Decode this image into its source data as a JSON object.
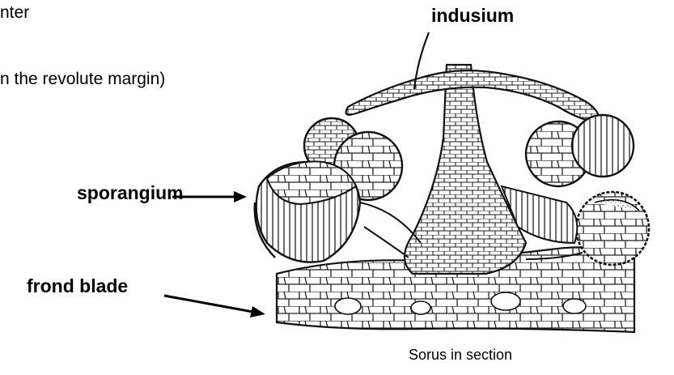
{
  "text_fragments": {
    "line1": "nter",
    "line2": "n the revolute margin)"
  },
  "labels": {
    "indusium": "indusium",
    "sporangium": "sporangium",
    "frond_blade": "frond blade"
  },
  "caption": "Sorus in section"
}
